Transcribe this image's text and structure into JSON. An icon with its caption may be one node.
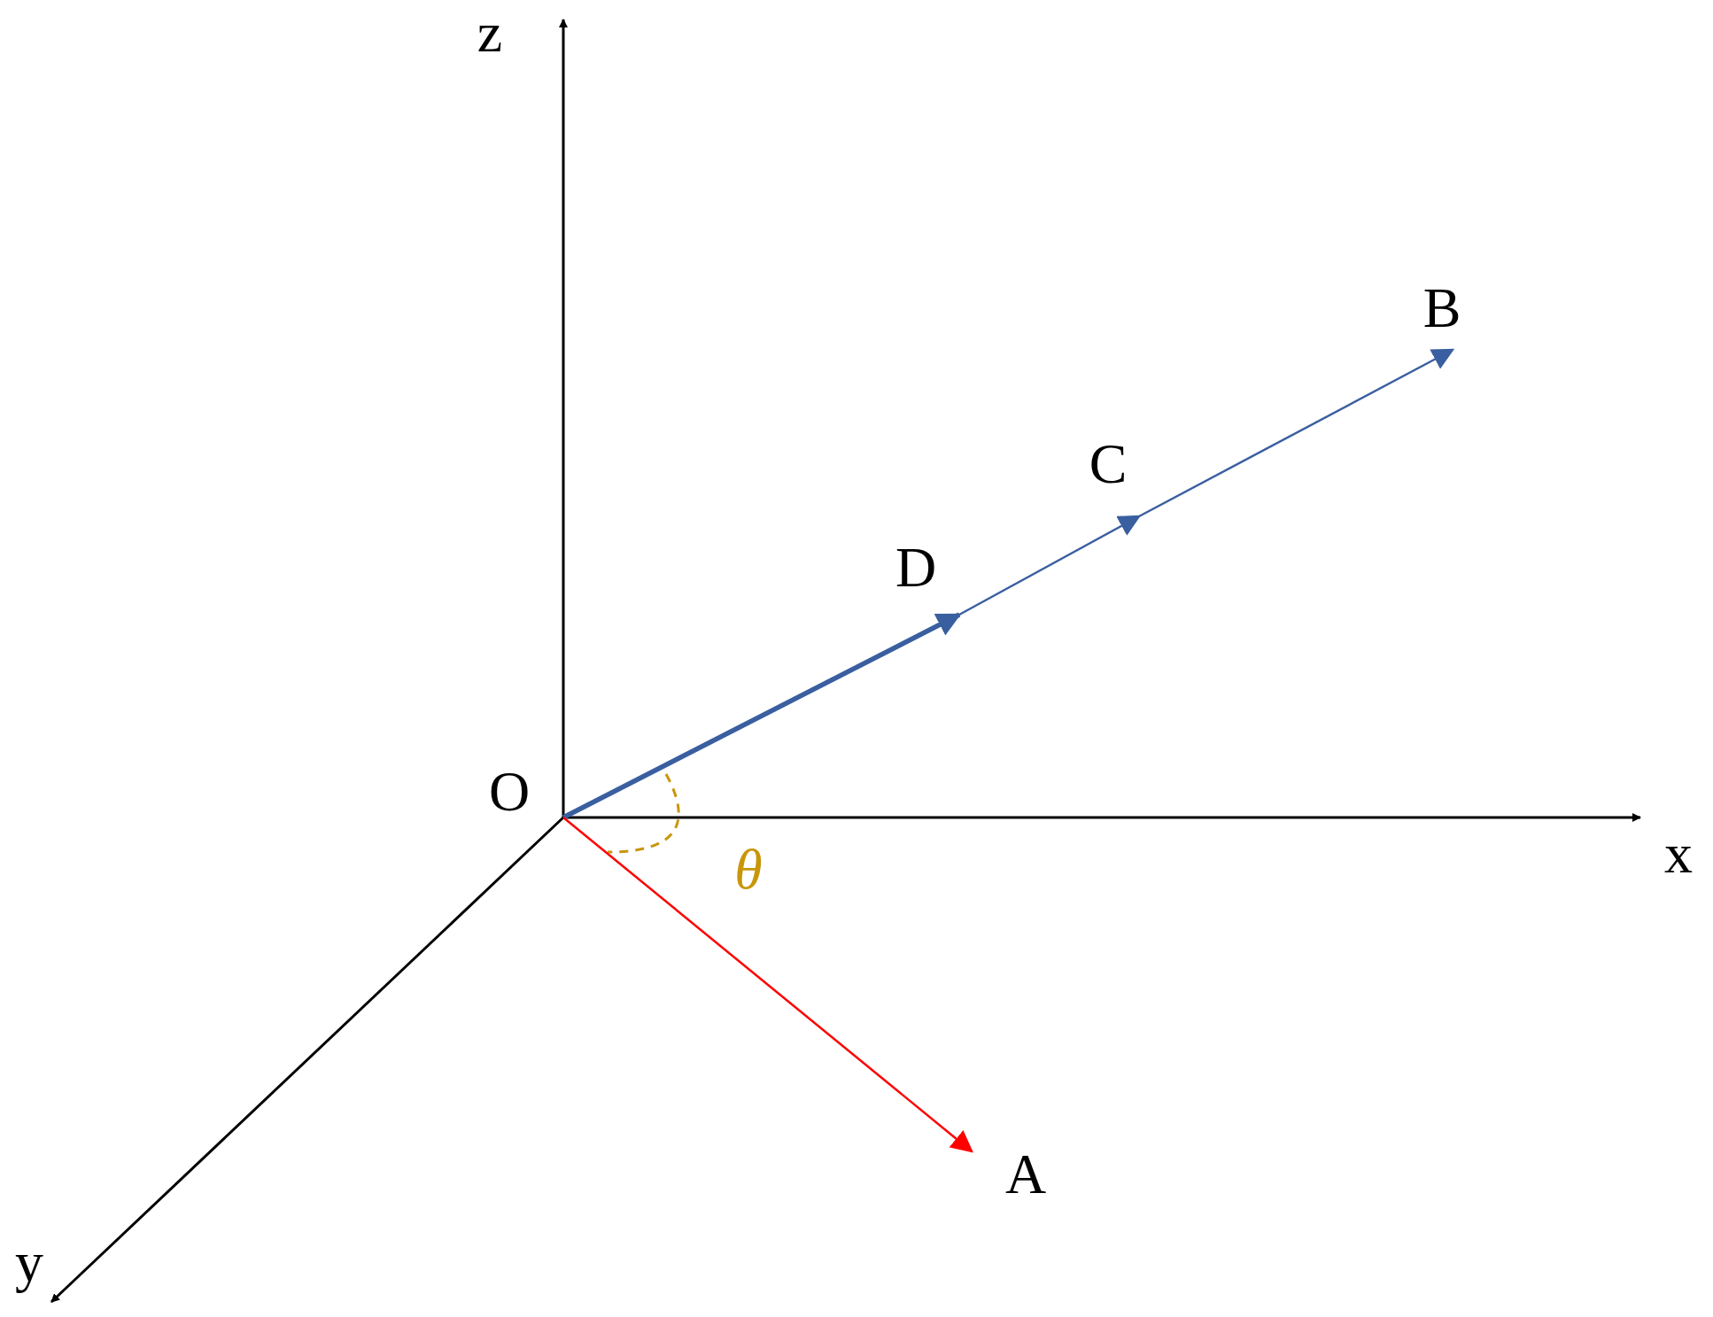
{
  "diagram": {
    "nodes": [
      {
        "text": [
          "O"
        ]
      },
      {
        "text": [
          "D"
        ]
      },
      {
        "text": [
          "C"
        ]
      },
      {
        "text": [
          "B"
        ]
      },
      {
        "text": [
          "A"
        ]
      }
    ],
    "edges": [
      {
        "from": 0,
        "to": 1,
        "arrow": "to",
        "style": "thick",
        "color": "#3a5fa0"
      },
      {
        "from": 1,
        "to": 2,
        "arrow": "to",
        "color": "#3a5fa0"
      },
      {
        "from": 2,
        "to": 3,
        "arrow": "to",
        "color": "#3a5fa0"
      },
      {
        "from": 0,
        "to": 4,
        "arrow": "to",
        "color": "#ff0000"
      }
    ],
    "labels": [
      "z",
      "x",
      "θ",
      "y"
    ]
  }
}
